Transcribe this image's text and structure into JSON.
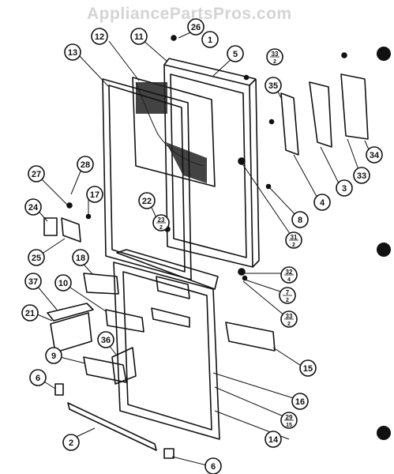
{
  "watermark": "AppliancePartsPros.com",
  "callouts": [
    {
      "id": "c1",
      "label": "1"
    },
    {
      "id": "c2",
      "label": "2"
    },
    {
      "id": "c3",
      "label": "3"
    },
    {
      "id": "c4",
      "label": "4"
    },
    {
      "id": "c5",
      "label": "5"
    },
    {
      "id": "c6a",
      "label": "6"
    },
    {
      "id": "c6b",
      "label": "6"
    },
    {
      "id": "c7",
      "label": "7",
      "sub": "2"
    },
    {
      "id": "c8",
      "label": "8"
    },
    {
      "id": "c9",
      "label": "9"
    },
    {
      "id": "c10",
      "label": "10"
    },
    {
      "id": "c11",
      "label": "11"
    },
    {
      "id": "c12",
      "label": "12"
    },
    {
      "id": "c13",
      "label": "13"
    },
    {
      "id": "c14",
      "label": "14"
    },
    {
      "id": "c15",
      "label": "15"
    },
    {
      "id": "c16",
      "label": "16"
    },
    {
      "id": "c17",
      "label": "17"
    },
    {
      "id": "c18",
      "label": "18"
    },
    {
      "id": "c21",
      "label": "21"
    },
    {
      "id": "c22",
      "label": "22"
    },
    {
      "id": "c23",
      "label": "23",
      "sub": "2"
    },
    {
      "id": "c24",
      "label": "24"
    },
    {
      "id": "c25",
      "label": "25"
    },
    {
      "id": "c26",
      "label": "26"
    },
    {
      "id": "c27",
      "label": "27"
    },
    {
      "id": "c28",
      "label": "28"
    },
    {
      "id": "c29",
      "label": "29",
      "sub": "15"
    },
    {
      "id": "c31",
      "label": "31",
      "sub": "2"
    },
    {
      "id": "c32",
      "label": "32",
      "sub": "4"
    },
    {
      "id": "c33a",
      "label": "33",
      "sub": "2"
    },
    {
      "id": "c33b",
      "label": "33",
      "sub": "2"
    },
    {
      "id": "c33c",
      "label": "33"
    },
    {
      "id": "c34",
      "label": "34"
    },
    {
      "id": "c35",
      "label": "35"
    },
    {
      "id": "c36",
      "label": "36"
    },
    {
      "id": "c37",
      "label": "37"
    }
  ]
}
